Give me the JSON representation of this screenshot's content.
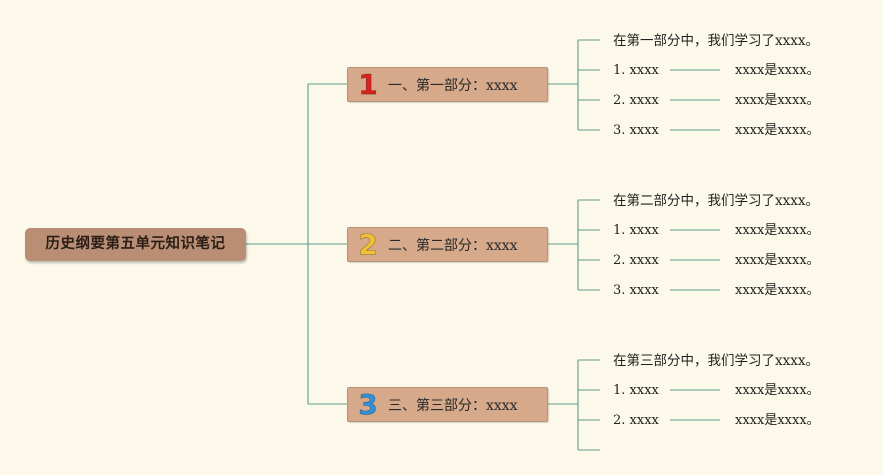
{
  "colors": {
    "background": "#fdf9ea",
    "connector": "#5e9b8a",
    "root_fill": "#b98e74",
    "branch_fill": "#d5a989"
  },
  "root": {
    "label": "历史纲要第五单元知识笔记"
  },
  "sections": [
    {
      "number": "1",
      "number_color": "#d6231e",
      "label": "一、第一部分：xxxx",
      "intro": "在第一部分中，我们学习了xxxx。",
      "items": [
        {
          "label": "1. xxxx",
          "detail": "xxxx是xxxx。"
        },
        {
          "label": "2. xxxx",
          "detail": "xxxx是xxxx。"
        },
        {
          "label": "3. xxxx",
          "detail": "xxxx是xxxx。"
        }
      ]
    },
    {
      "number": "2",
      "number_color": "#f2c230",
      "label": "二、第二部分：xxxx",
      "intro": "在第二部分中，我们学习了xxxx。",
      "items": [
        {
          "label": "1. xxxx",
          "detail": "xxxx是xxxx。"
        },
        {
          "label": "2. xxxx",
          "detail": "xxxx是xxxx。"
        },
        {
          "label": "3. xxxx",
          "detail": "xxxx是xxxx。"
        }
      ]
    },
    {
      "number": "3",
      "number_color": "#2f8fd8",
      "label": "三、第三部分：xxxx",
      "intro": "在第三部分中，我们学习了xxxx。",
      "items": [
        {
          "label": "1. xxxx",
          "detail": "xxxx是xxxx。"
        },
        {
          "label": "2. xxxx",
          "detail": "xxxx是xxxx。"
        },
        {
          "label": "",
          "detail": ""
        }
      ]
    }
  ]
}
